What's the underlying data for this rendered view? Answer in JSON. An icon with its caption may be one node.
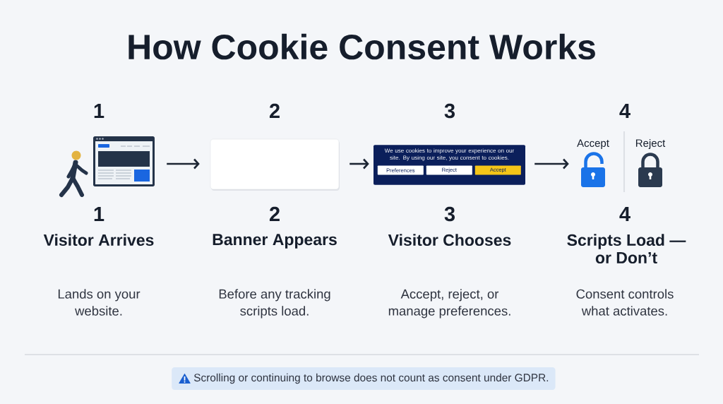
{
  "diagram": {
    "title": "How Cookie Consent Works",
    "nodes": [
      {
        "text": [],
        "shape": "picture"
      },
      {
        "text": [],
        "shape": "box"
      },
      {
        "text": [
          "We use cookies to improve your experience on our site. By using our site, you consent to cookies."
        ]
      },
      {
        "text": [
          "Preferences"
        ],
        "in": 2
      },
      {
        "text": [
          "Reject"
        ],
        "in": 2
      },
      {
        "text": [
          "Accept"
        ],
        "in": 2
      },
      {
        "text": [],
        "shape": "picture",
        "beside": [
          "Accept"
        ]
      },
      {
        "text": [],
        "shape": "picture",
        "beside": [
          "Reject"
        ]
      },
      {
        "text": [
          "Scrolling or continuing to browse does not count as consent under GDPR."
        ]
      }
    ],
    "edges": [
      {
        "from": 0,
        "to": 1,
        "arrow": "to"
      },
      {
        "from": 1,
        "to": 2,
        "arrow": "to"
      },
      {
        "from": 2,
        "to": 6,
        "arrow": "to"
      }
    ],
    "labels": [
      "1",
      "2",
      "3",
      "4",
      "1",
      "2",
      "3",
      "4",
      "Visitor Arrives",
      "Banner Appears",
      "Visitor Chooses",
      "Scripts Load — or Don’t",
      "Lands on your website.",
      "Before any tracking scripts load.",
      "Accept, reject, or manage preferences.",
      "Consent controls what activates."
    ]
  }
}
